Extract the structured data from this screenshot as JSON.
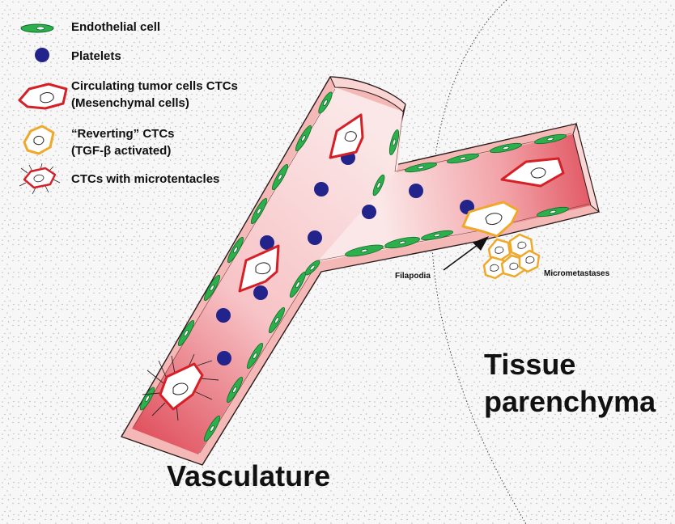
{
  "legend": {
    "endothelial": "Endothelial cell",
    "platelets": "Platelets",
    "ctc_line1": "Circulating tumor cells CTCs",
    "ctc_line2": "(Mesenchymal cells)",
    "reverting_line1": "“Reverting” CTCs",
    "reverting_line2": "(TGF-β activated)",
    "microtentacles": "CTCs with microtentacles"
  },
  "annotations": {
    "filapodia": "Filapodia",
    "micrometastases": "Micrometastases"
  },
  "regions": {
    "tissue_line1": "Tissue",
    "tissue_line2": "parenchyma",
    "vasculature": "Vasculature"
  },
  "colors": {
    "vessel_light": "#fbe3e3",
    "vessel_mid": "#f29ea4",
    "vessel_dark": "#e0535f",
    "vessel_wall": "#f4b9b6",
    "endothelial_fill": "#2db04b",
    "endothelial_dark": "#0b6b2a",
    "platelet": "#23238c",
    "ctc_red": "#d42026",
    "reverting_orange": "#f0a82a",
    "speckle": "#9c9c9c"
  }
}
